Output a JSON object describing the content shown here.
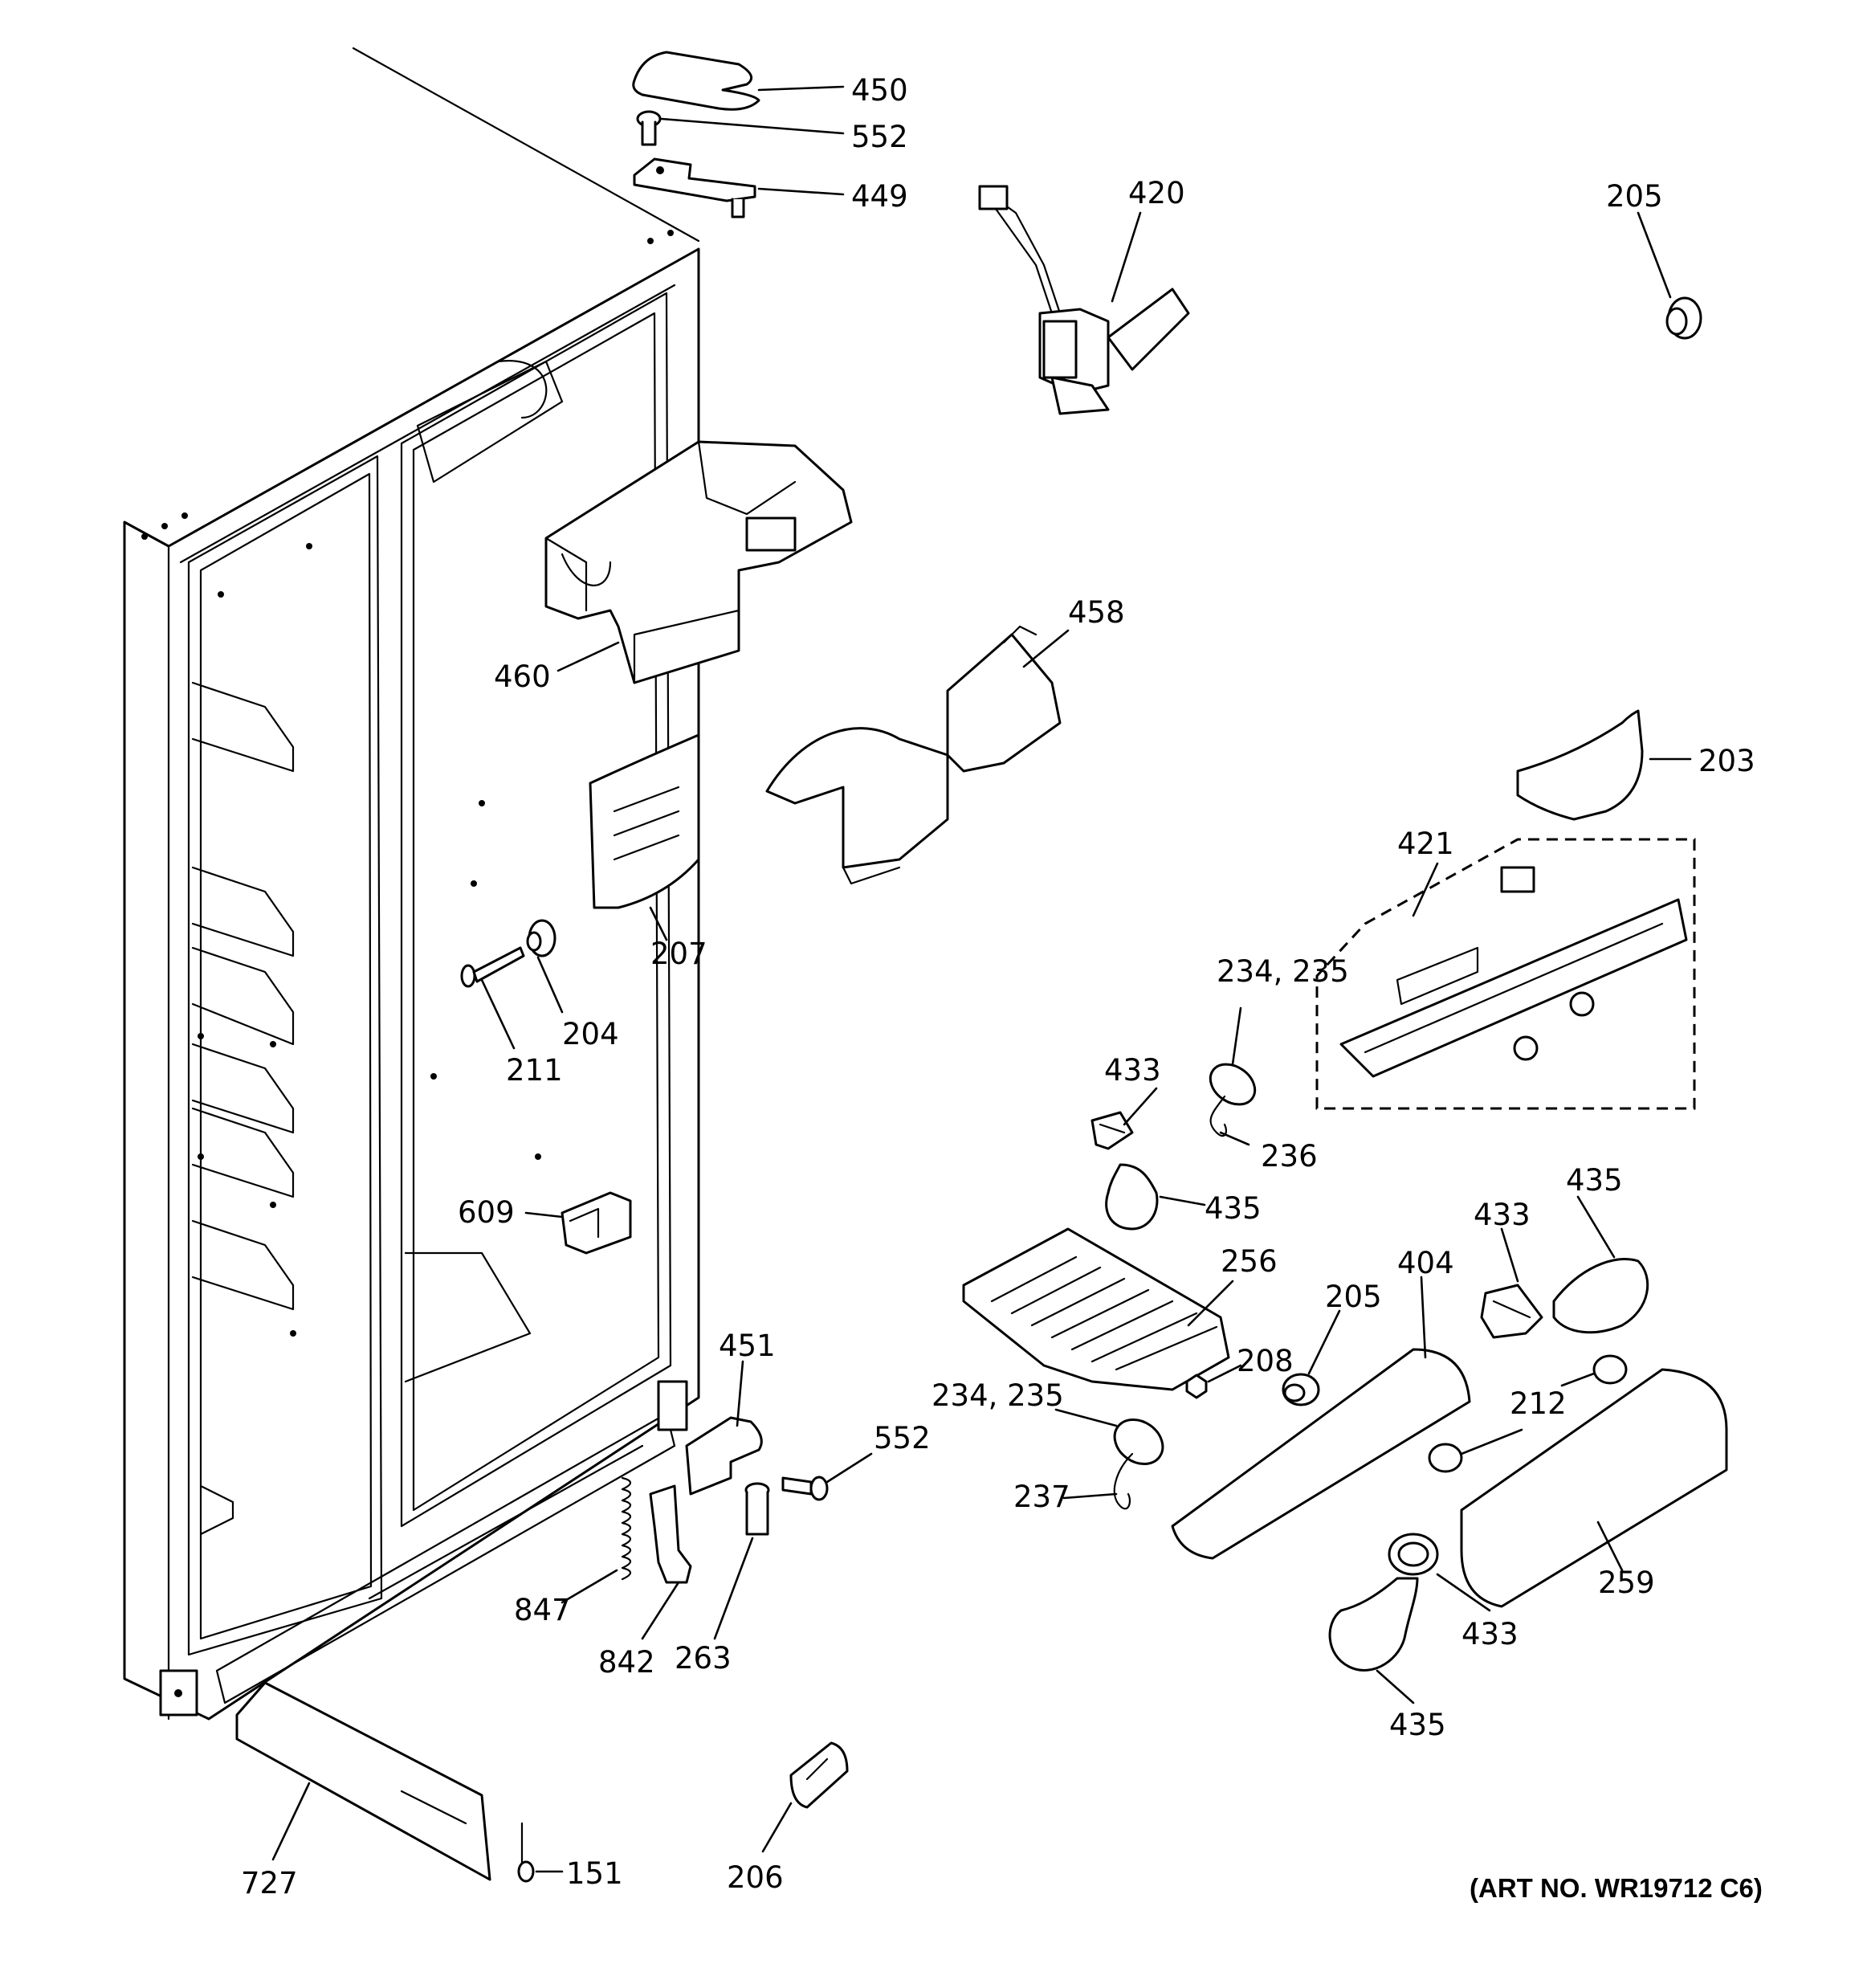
{
  "diagram": {
    "labels": {
      "l450": "450",
      "l552a": "552",
      "l449": "449",
      "l420": "420",
      "l205a": "205",
      "l460": "460",
      "l458": "458",
      "l203": "203",
      "l207": "207",
      "l421": "421",
      "l204": "204",
      "l211": "211",
      "l234a": "234, 235",
      "l433a": "433",
      "l236": "236",
      "l435a": "435",
      "l609": "609",
      "l256": "256",
      "l433b": "433",
      "l435b": "435",
      "l205b": "205",
      "l404": "404",
      "l451": "451",
      "l552b": "552",
      "l208": "208",
      "l234b": "234, 235",
      "l212": "212",
      "l237": "237",
      "l847": "847",
      "l842": "842",
      "l263": "263",
      "l259": "259",
      "l433c": "433",
      "l435c": "435",
      "l727": "727",
      "l151": "151",
      "l206": "206"
    },
    "art_number": "(ART NO. WR19712 C6)"
  }
}
